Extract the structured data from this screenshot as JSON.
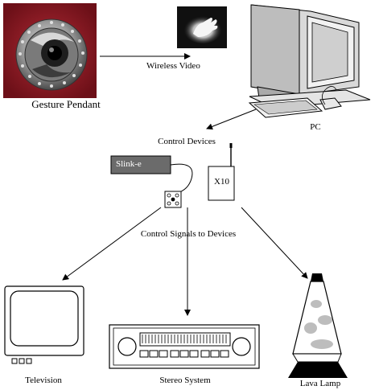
{
  "diagram": {
    "nodes": {
      "gesture_pendant": "Gesture Pendant",
      "pc": "PC",
      "control_devices": "Control Devices",
      "slink_e": "Slink-e",
      "x10": "X10",
      "television": "Television",
      "stereo_system": "Stereo System",
      "lava_lamp": "Lava Lamp"
    },
    "edges": {
      "wireless_video": "Wireless Video",
      "control_signals": "Control Signals to Devices"
    }
  },
  "colors": {
    "pendant_bg": "#8a1a24",
    "slink_box": "#6b6b6b",
    "line": "#000000"
  },
  "icons": [
    "gesture-pendant-photo",
    "pc-computer-icon",
    "hand-video-thumbnail",
    "slink-e-device",
    "x10-transmitter-icon",
    "ir-emitter-icon",
    "television-icon",
    "stereo-icon",
    "lava-lamp-icon"
  ]
}
